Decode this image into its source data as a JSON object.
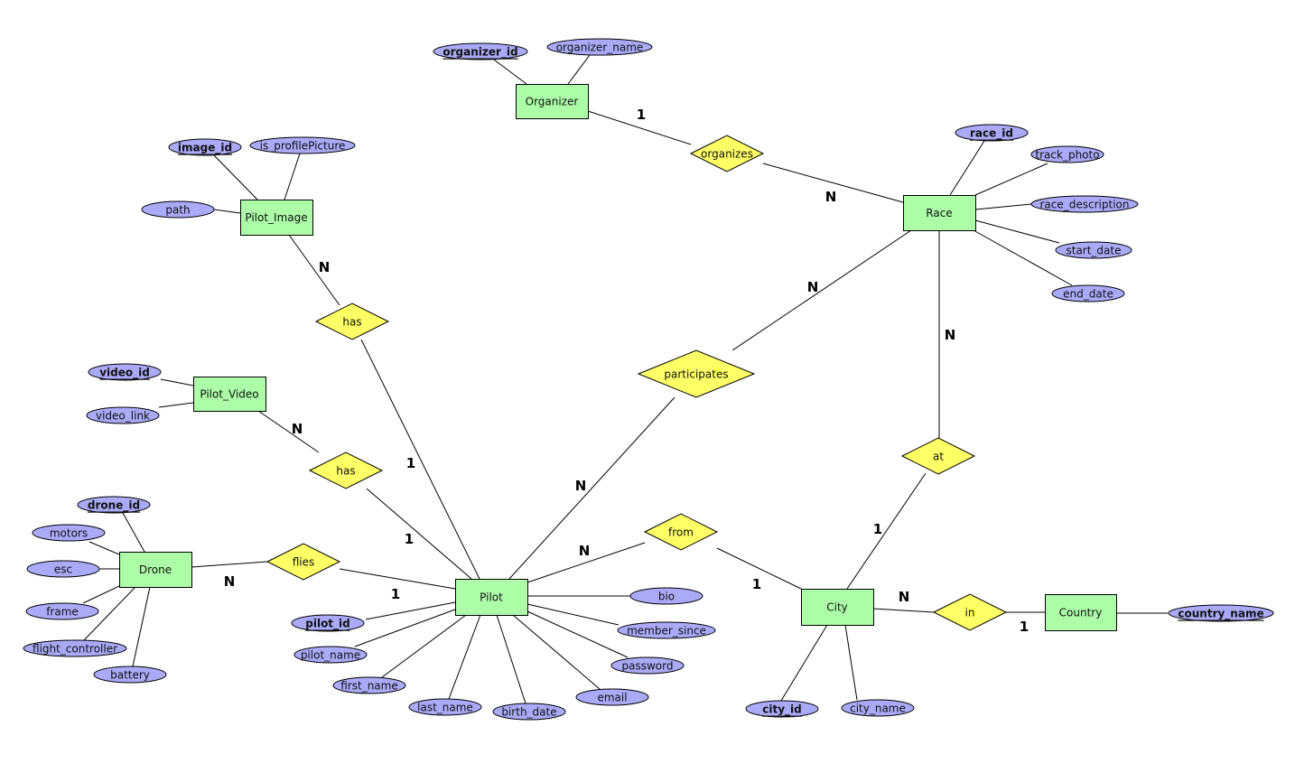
{
  "diagram": {
    "type": "entity-relationship",
    "colors": {
      "entity_fill": "#adfca8",
      "relationship_fill": "#ffff66",
      "attribute_fill": "#aaaaf8",
      "stroke": "#000000"
    },
    "entities": [
      {
        "id": "organizer",
        "label": "Organizer"
      },
      {
        "id": "race",
        "label": "Race"
      },
      {
        "id": "pilot_image",
        "label": "Pilot_Image"
      },
      {
        "id": "pilot_video",
        "label": "Pilot_Video"
      },
      {
        "id": "drone",
        "label": "Drone"
      },
      {
        "id": "pilot",
        "label": "Pilot"
      },
      {
        "id": "city",
        "label": "City"
      },
      {
        "id": "country",
        "label": "Country"
      }
    ],
    "relationships": [
      {
        "id": "organizes",
        "label": "organizes"
      },
      {
        "id": "has_image",
        "label": "has"
      },
      {
        "id": "has_video",
        "label": "has"
      },
      {
        "id": "participates",
        "label": "participates"
      },
      {
        "id": "at",
        "label": "at"
      },
      {
        "id": "flies",
        "label": "flies"
      },
      {
        "id": "from",
        "label": "from"
      },
      {
        "id": "in",
        "label": "in"
      }
    ],
    "attributes": [
      {
        "id": "organizer_id",
        "label": "organizer_id",
        "entity": "organizer",
        "key": true
      },
      {
        "id": "organizer_name",
        "label": "organizer_name",
        "entity": "organizer",
        "key": false
      },
      {
        "id": "race_id",
        "label": "race_id",
        "entity": "race",
        "key": true
      },
      {
        "id": "track_photo",
        "label": "track_photo",
        "entity": "race",
        "key": false
      },
      {
        "id": "race_description",
        "label": "race_description",
        "entity": "race",
        "key": false
      },
      {
        "id": "start_date",
        "label": "start_date",
        "entity": "race",
        "key": false
      },
      {
        "id": "end_date",
        "label": "end_date",
        "entity": "race",
        "key": false
      },
      {
        "id": "image_id",
        "label": "image_id",
        "entity": "pilot_image",
        "key": true
      },
      {
        "id": "is_profilePicture",
        "label": "is_profilePicture",
        "entity": "pilot_image",
        "key": false
      },
      {
        "id": "path",
        "label": "path",
        "entity": "pilot_image",
        "key": false
      },
      {
        "id": "video_id",
        "label": "video_id",
        "entity": "pilot_video",
        "key": true
      },
      {
        "id": "video_link",
        "label": "video_link",
        "entity": "pilot_video",
        "key": false
      },
      {
        "id": "drone_id",
        "label": "drone_id",
        "entity": "drone",
        "key": true
      },
      {
        "id": "motors",
        "label": "motors",
        "entity": "drone",
        "key": false
      },
      {
        "id": "esc",
        "label": "esc",
        "entity": "drone",
        "key": false
      },
      {
        "id": "frame",
        "label": "frame",
        "entity": "drone",
        "key": false
      },
      {
        "id": "flight_controller",
        "label": "flight_controller",
        "entity": "drone",
        "key": false
      },
      {
        "id": "battery",
        "label": "battery",
        "entity": "drone",
        "key": false
      },
      {
        "id": "pilot_id",
        "label": "pilot_id",
        "entity": "pilot",
        "key": true
      },
      {
        "id": "pilot_name",
        "label": "pilot_name",
        "entity": "pilot",
        "key": false
      },
      {
        "id": "first_name",
        "label": "first_name",
        "entity": "pilot",
        "key": false
      },
      {
        "id": "last_name",
        "label": "last_name",
        "entity": "pilot",
        "key": false
      },
      {
        "id": "birth_date",
        "label": "birth_date",
        "entity": "pilot",
        "key": false
      },
      {
        "id": "email",
        "label": "email",
        "entity": "pilot",
        "key": false
      },
      {
        "id": "password",
        "label": "password",
        "entity": "pilot",
        "key": false
      },
      {
        "id": "member_since",
        "label": "member_since",
        "entity": "pilot",
        "key": false
      },
      {
        "id": "bio",
        "label": "bio",
        "entity": "pilot",
        "key": false
      },
      {
        "id": "city_id",
        "label": "city_id",
        "entity": "city",
        "key": true
      },
      {
        "id": "city_name",
        "label": "city_name",
        "entity": "city",
        "key": false
      },
      {
        "id": "country_name",
        "label": "country_name",
        "entity": "country",
        "key": true
      }
    ],
    "connections": [
      {
        "from": "organizer",
        "to": "organizes",
        "cardinality": "1"
      },
      {
        "from": "race",
        "to": "organizes",
        "cardinality": "N"
      },
      {
        "from": "pilot_image",
        "to": "has_image",
        "cardinality": "N"
      },
      {
        "from": "pilot",
        "to": "has_image",
        "cardinality": "1"
      },
      {
        "from": "pilot_video",
        "to": "has_video",
        "cardinality": "N"
      },
      {
        "from": "pilot",
        "to": "has_video",
        "cardinality": "1"
      },
      {
        "from": "race",
        "to": "participates",
        "cardinality": "N"
      },
      {
        "from": "pilot",
        "to": "participates",
        "cardinality": "N"
      },
      {
        "from": "race",
        "to": "at",
        "cardinality": "N"
      },
      {
        "from": "city",
        "to": "at",
        "cardinality": "1"
      },
      {
        "from": "drone",
        "to": "flies",
        "cardinality": "N"
      },
      {
        "from": "pilot",
        "to": "flies",
        "cardinality": "1"
      },
      {
        "from": "pilot",
        "to": "from",
        "cardinality": "N"
      },
      {
        "from": "city",
        "to": "from",
        "cardinality": "1"
      },
      {
        "from": "city",
        "to": "in",
        "cardinality": "N"
      },
      {
        "from": "country",
        "to": "in",
        "cardinality": "1"
      }
    ]
  }
}
